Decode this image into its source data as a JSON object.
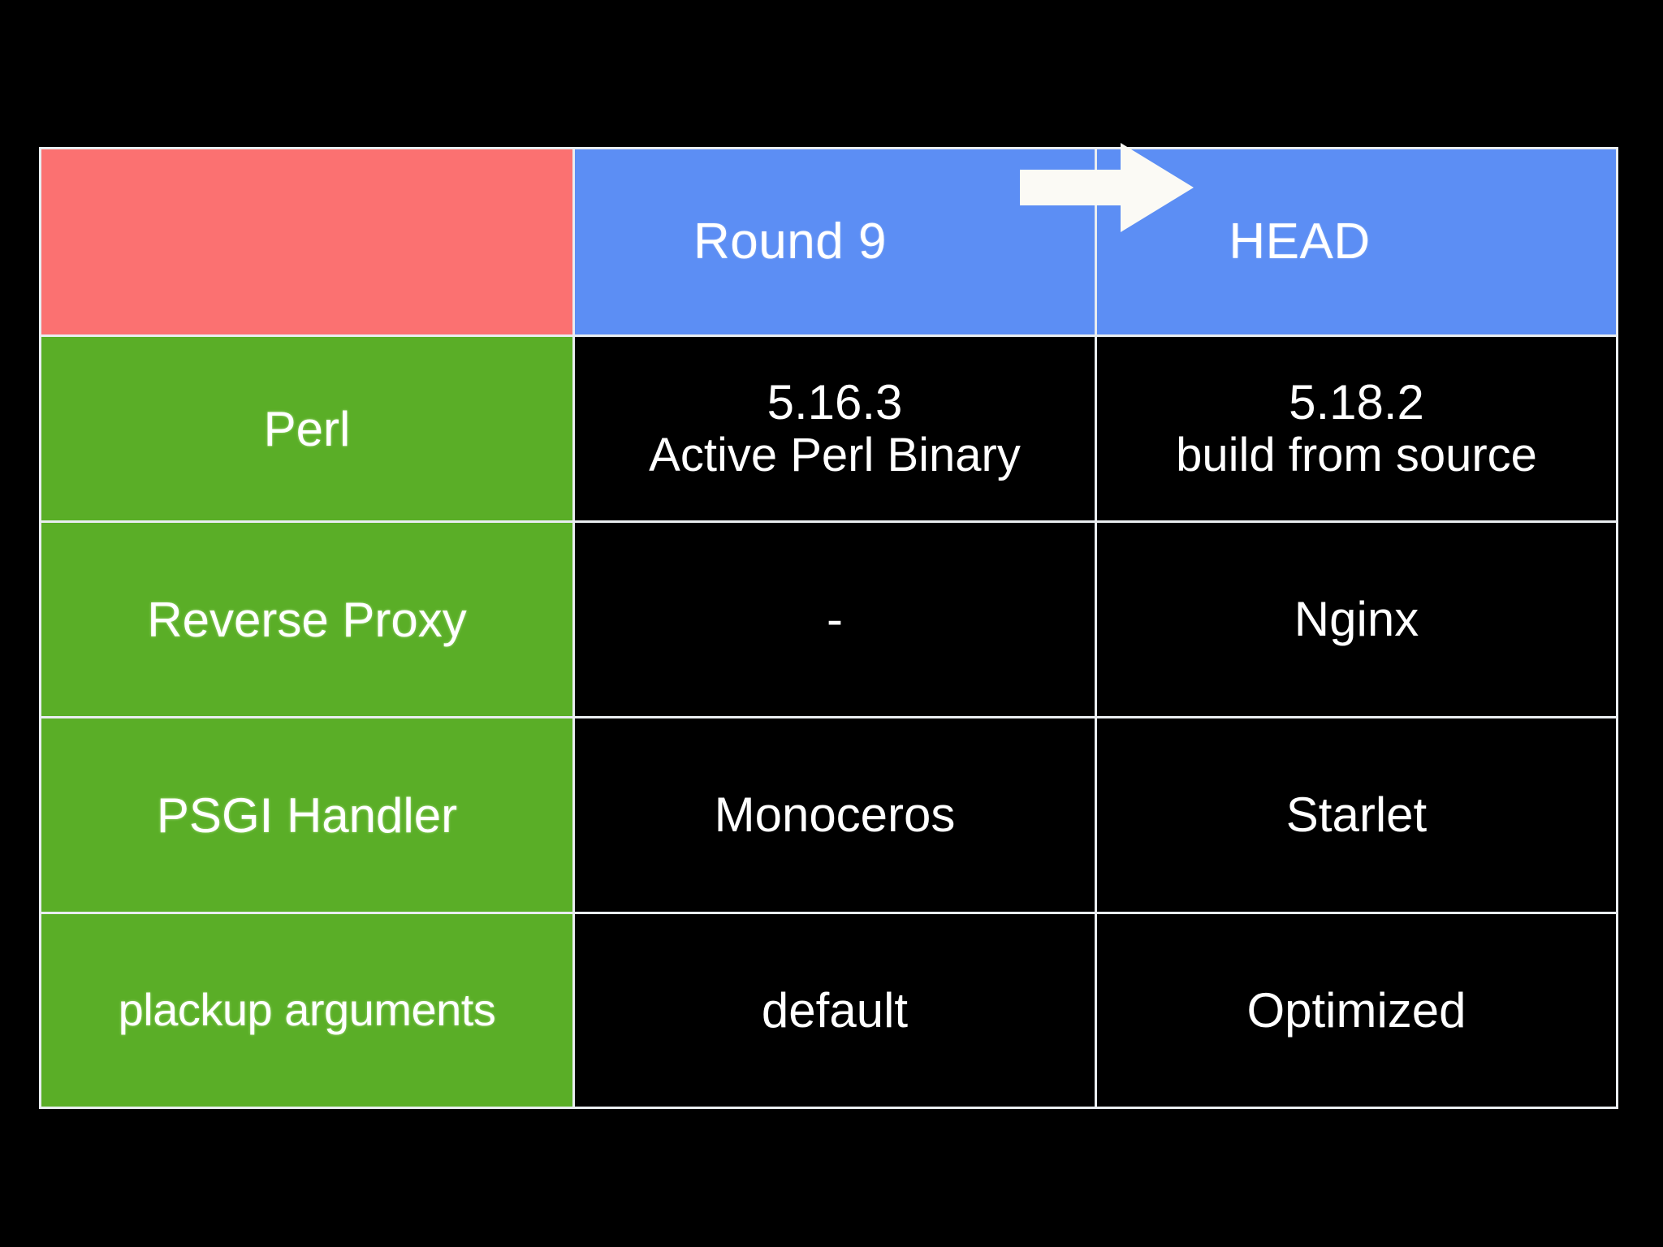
{
  "slide": {
    "background_color": "#000000",
    "table": {
      "border_color": "#e9edf0",
      "corner_cell_color": "#fb7171",
      "header_color": "#5c8ef4",
      "label_color": "#5aae27",
      "value_color": "#000000",
      "text_color": "#ffffff",
      "corner_label": "",
      "columns": [
        {
          "key": "label",
          "label": ""
        },
        {
          "key": "round9",
          "label": "Round 9"
        },
        {
          "key": "head",
          "label": "HEAD"
        }
      ],
      "arrow": {
        "icon": "right-arrow-icon",
        "direction": "right",
        "color": "#ffffff",
        "from": "Round 9",
        "to": "HEAD"
      },
      "rows": [
        {
          "label": "Perl",
          "round9": {
            "primary": "5.16.3",
            "secondary": "Active Perl Binary"
          },
          "head": {
            "primary": "5.18.2",
            "secondary": "build from source"
          }
        },
        {
          "label": "Reverse Proxy",
          "round9": {
            "primary": "-",
            "secondary": ""
          },
          "head": {
            "primary": "Nginx",
            "secondary": ""
          }
        },
        {
          "label": "PSGI Handler",
          "round9": {
            "primary": "Monoceros",
            "secondary": ""
          },
          "head": {
            "primary": "Starlet",
            "secondary": ""
          }
        },
        {
          "label": "plackup arguments",
          "round9": {
            "primary": "default",
            "secondary": ""
          },
          "head": {
            "primary": "Optimized",
            "secondary": ""
          }
        }
      ]
    }
  }
}
